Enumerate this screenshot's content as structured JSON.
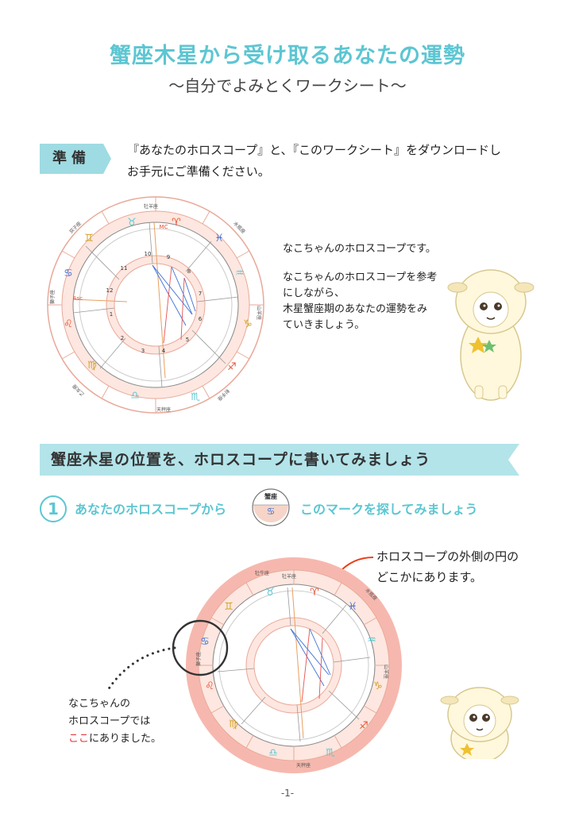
{
  "header": {
    "title": "蟹座木星から受け取るあなたの運勢",
    "subtitle": "〜自分でよみとくワークシート〜"
  },
  "prep": {
    "tag": "準備",
    "text_line1": "『あなたのホロスコープ』と、『このワークシート』をダウンロードし",
    "text_line2": "お手元にご準備ください。"
  },
  "intro": {
    "line1": "なこちゃんのホロスコープです。",
    "line2": "なこちゃんのホロスコープを参考",
    "line3": "にしながら、",
    "line4": "木星蟹座期のあなたの運勢をみ",
    "line5": "ていきましょう。"
  },
  "section": {
    "title": "蟹座木星の位置を、ホロスコープに書いてみましょう"
  },
  "step1": {
    "number": "1",
    "text_before": "あなたのホロスコープから",
    "mark_label": "蟹座",
    "text_after": "このマークを探してみましょう"
  },
  "callouts": {
    "right_line1": "ホロスコープの外側の円の",
    "right_line2": "どこかにあります。",
    "left_line1": "なこちゃんの",
    "left_line2": "ホロスコープでは",
    "left_highlight": "ここ",
    "left_line3_rest": "にありました。"
  },
  "chart": {
    "sign_labels": [
      "牡羊座",
      "牡牛座",
      "双子座",
      "蟹座",
      "獅子座",
      "乙女座",
      "天秤座",
      "蠍座",
      "射手座",
      "山羊座",
      "水瓶座",
      "魚座"
    ],
    "house_numbers": [
      "1",
      "2",
      "3",
      "4",
      "5",
      "6",
      "7",
      "8",
      "9",
      "10",
      "11",
      "12"
    ],
    "mc_label": "MC",
    "asc_label": "Asc"
  },
  "footer": {
    "page": "-1-"
  },
  "colors": {
    "accent": "#5cc6d2",
    "ring_pink": "#f6cfc4",
    "highlight_red": "#e8303a",
    "callout_arrow": "#e8401c"
  }
}
